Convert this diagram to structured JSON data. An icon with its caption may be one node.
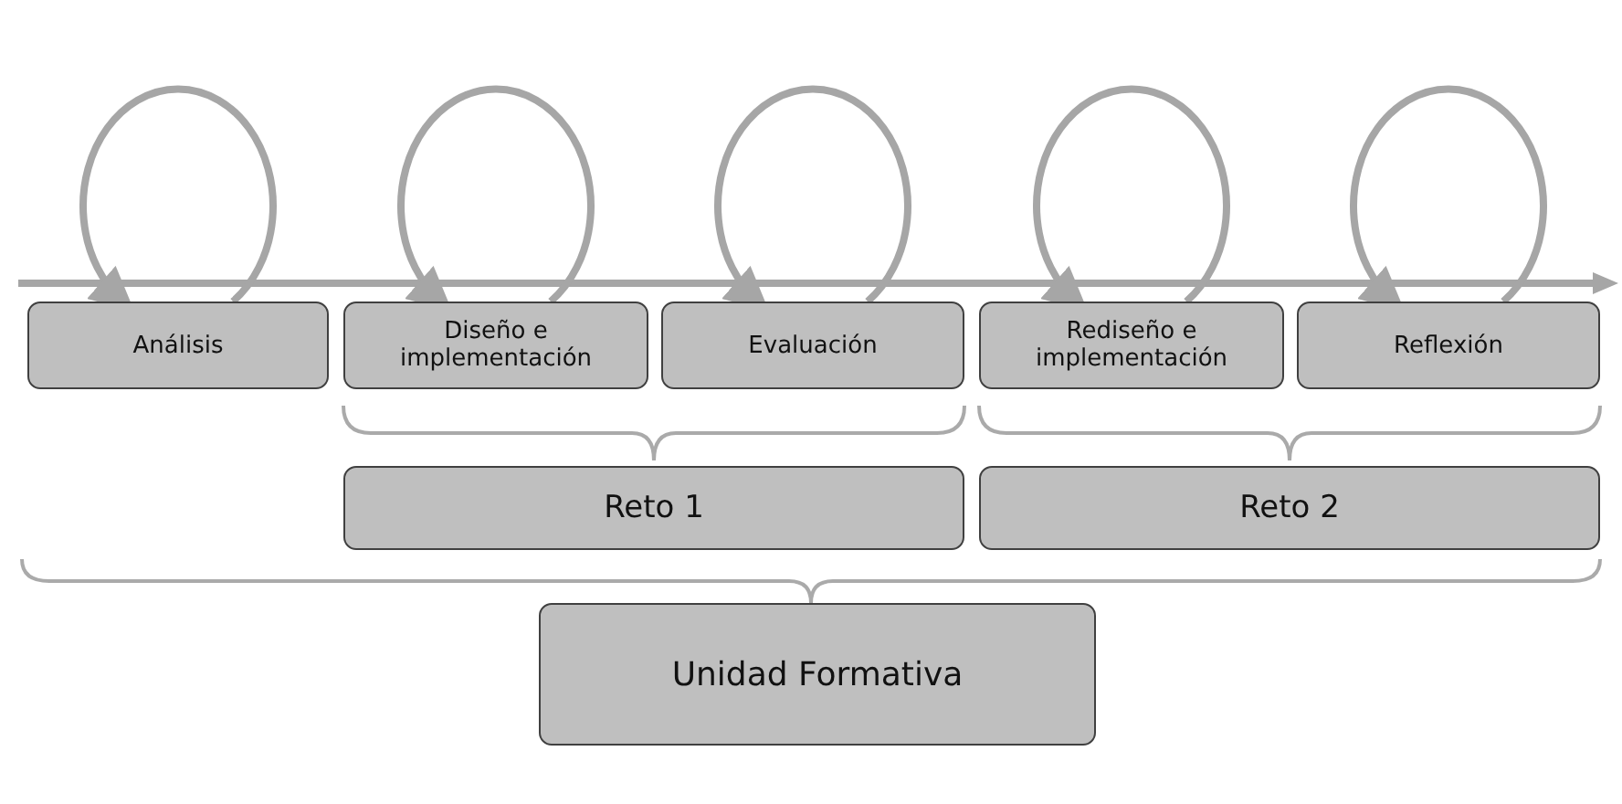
{
  "diagram": {
    "nodes": [
      {
        "text": [
          "Análisis"
        ]
      },
      {
        "text": [
          "Diseño e implementación"
        ]
      },
      {
        "text": [
          "Evaluación"
        ]
      },
      {
        "text": [
          "Rediseño e implementación"
        ]
      },
      {
        "text": [
          "Reflexión"
        ]
      },
      {
        "text": [
          "Reto 1"
        ]
      },
      {
        "text": [
          "Reto 2"
        ]
      },
      {
        "text": [
          "Unidad Formativa"
        ]
      }
    ],
    "edges": [
      {
        "from": 0,
        "to": 0,
        "arrow": "to"
      },
      {
        "from": 1,
        "to": 1,
        "arrow": "to"
      },
      {
        "from": 2,
        "to": 2,
        "arrow": "to"
      },
      {
        "from": 3,
        "to": 3,
        "arrow": "to"
      },
      {
        "from": 4,
        "to": 4,
        "arrow": "to"
      }
    ]
  }
}
